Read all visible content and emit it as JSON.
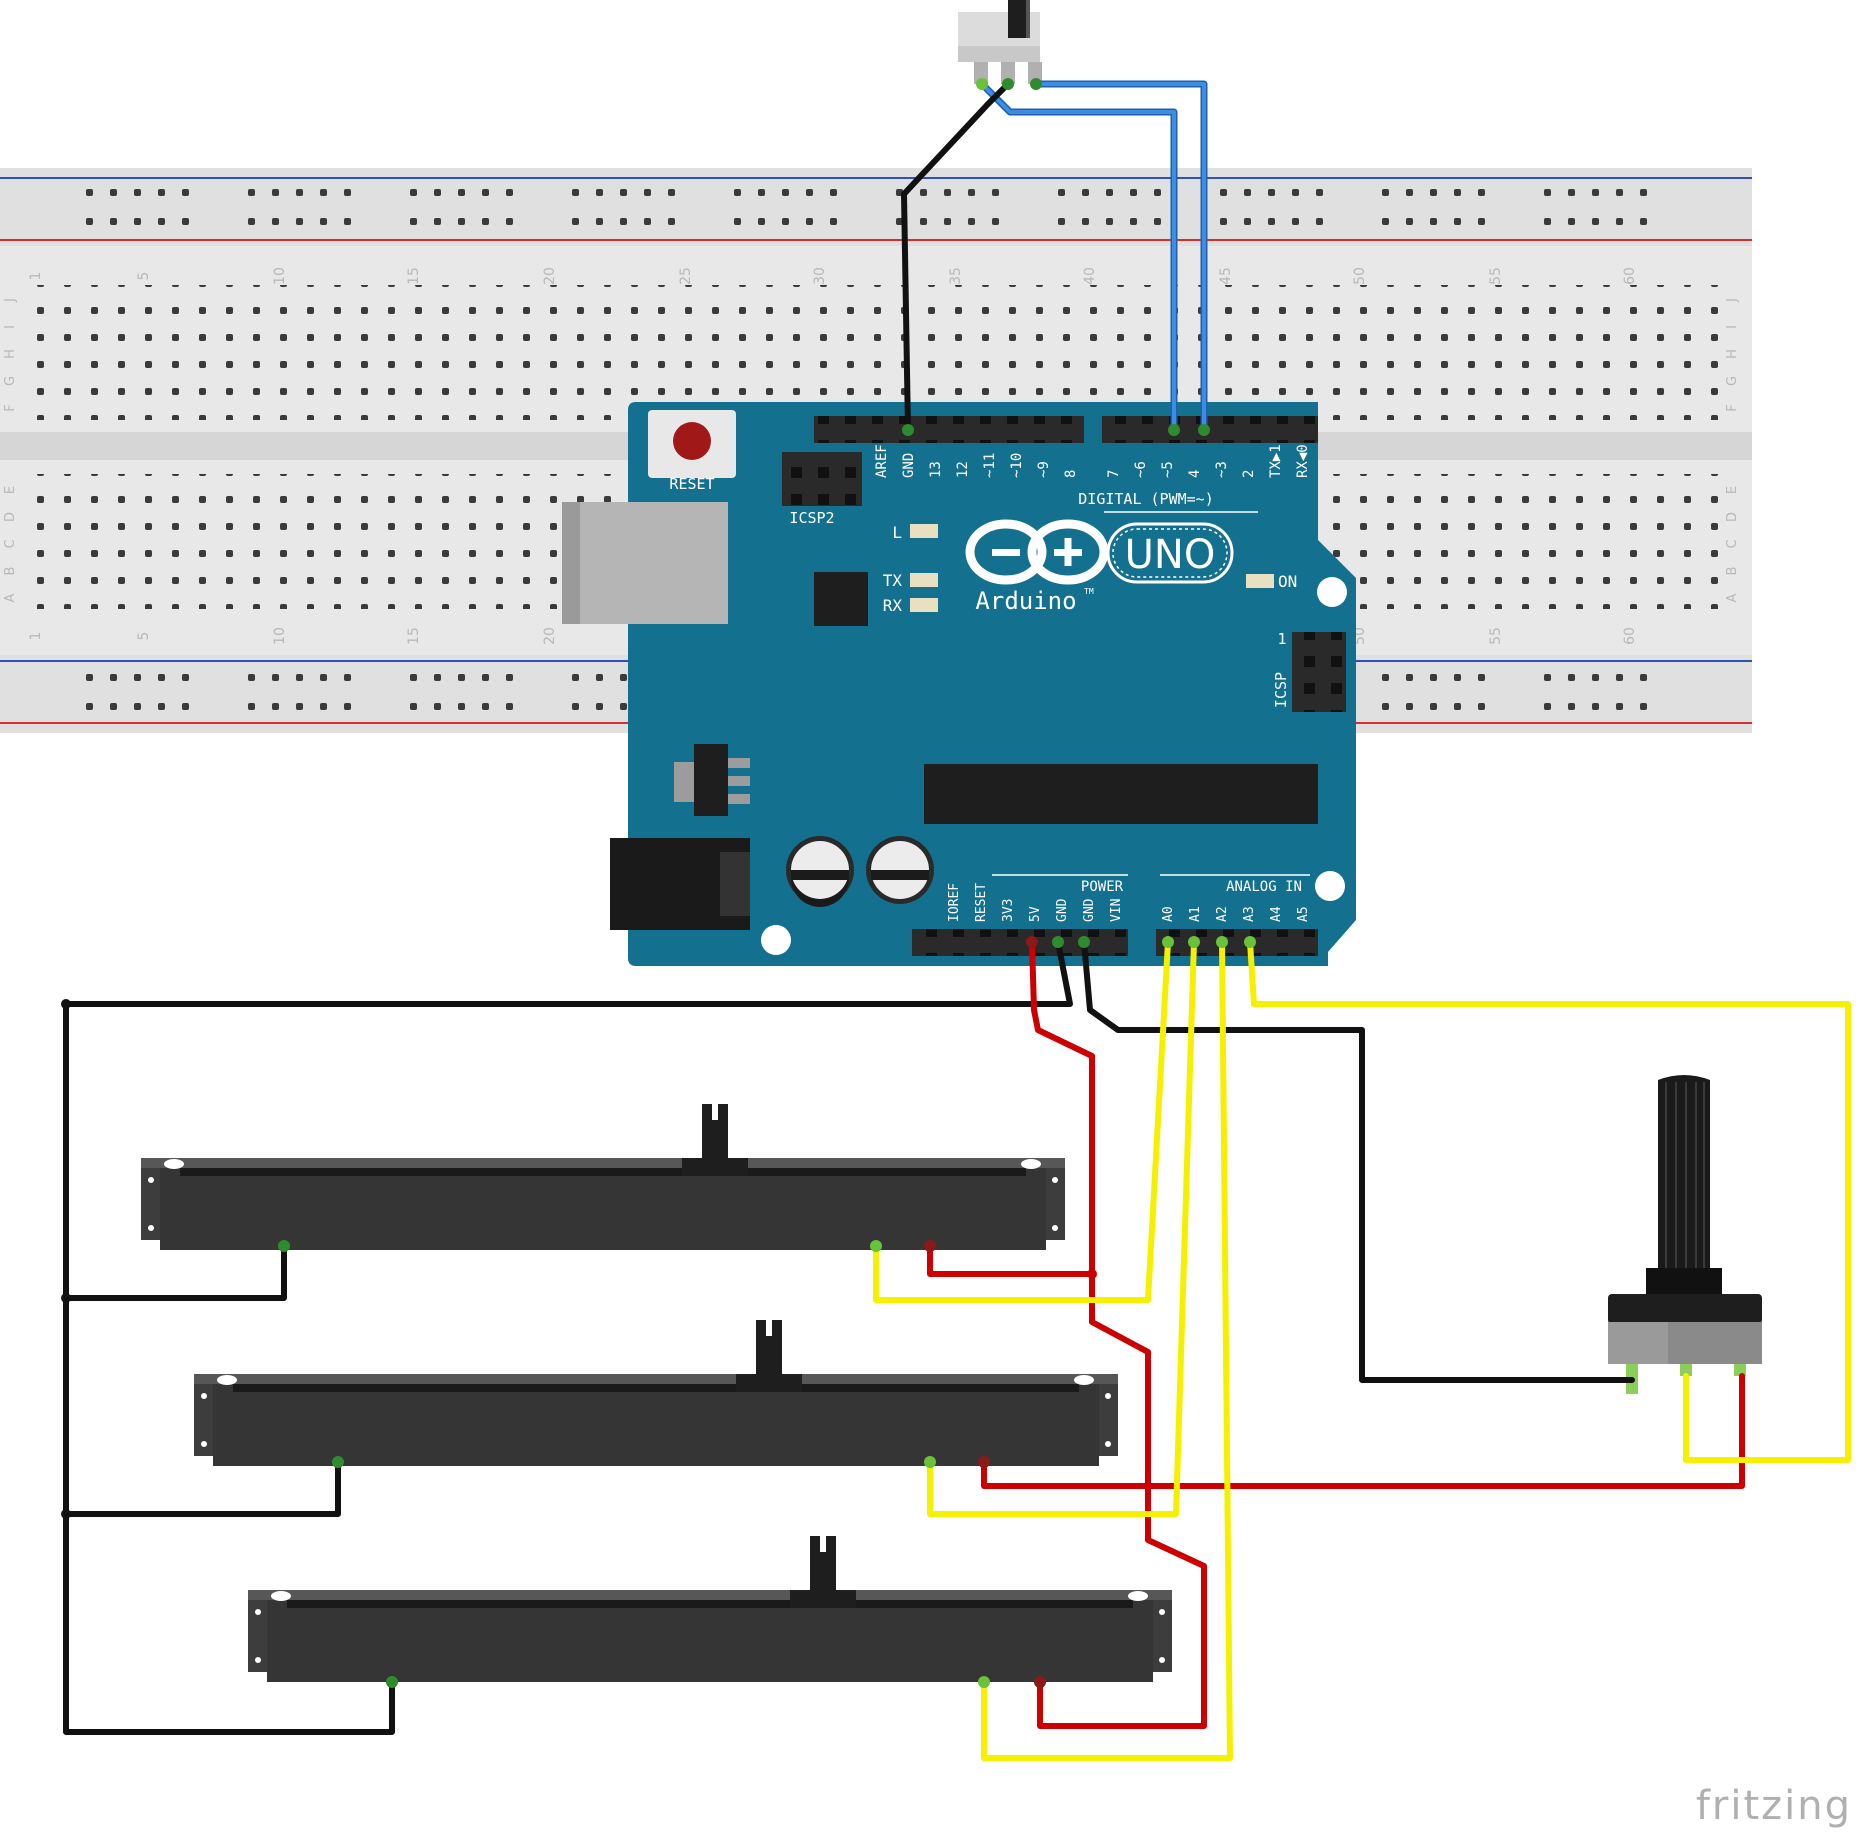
{
  "breadboard": {
    "column_numbers": [
      "1",
      "5",
      "10",
      "15",
      "20",
      "25",
      "30",
      "35",
      "40",
      "45",
      "50",
      "55",
      "60"
    ],
    "row_letters_top": [
      "J",
      "I",
      "H",
      "G",
      "F"
    ],
    "row_letters_bottom": [
      "E",
      "D",
      "C",
      "B",
      "A"
    ]
  },
  "arduino": {
    "reset_label": "RESET",
    "icsp2_label": "ICSP2",
    "icsp_label": "ICSP",
    "icsp_pin1": "1",
    "digital_label": "DIGITAL (PWM=~)",
    "digital_pins_left": [
      "AREF",
      "GND",
      "13",
      "12",
      "~11",
      "~10",
      "~9",
      "8"
    ],
    "digital_pins_right": [
      "7",
      "~6",
      "~5",
      "4",
      "~3",
      "2",
      "TX▶1",
      "RX◀0"
    ],
    "led_l": "L",
    "led_tx": "TX",
    "led_rx": "RX",
    "led_on": "ON",
    "uno_text": "UNO",
    "brand_text": "Arduino",
    "tm": "TM",
    "power_label": "POWER",
    "analog_label": "ANALOG IN",
    "power_pins": [
      "IOREF",
      "RESET",
      "3V3",
      "5V",
      "GND",
      "GND",
      "VIN"
    ],
    "analog_pins": [
      "A0",
      "A1",
      "A2",
      "A3",
      "A4",
      "A5"
    ]
  },
  "watermark": "fritzing",
  "colors": {
    "board": "#14708f",
    "wire_black": "#111111",
    "wire_red": "#cc0000",
    "wire_yellow": "#f4f000",
    "wire_blue": "#2f7fd4",
    "breadboard": "#e6e6e6",
    "rail_red": "#d23030",
    "rail_blue": "#3050c0"
  }
}
